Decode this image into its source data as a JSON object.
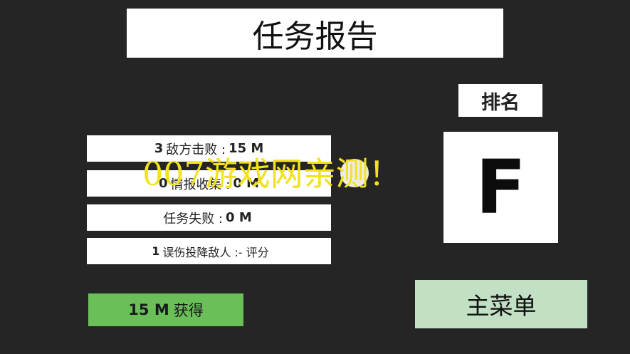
{
  "title": "任务报告",
  "rank": {
    "label": "排名",
    "grade": "F"
  },
  "stats": [
    {
      "num": "3",
      "label": "敌方击败 :",
      "value": "15 M"
    },
    {
      "num": "0",
      "label": "情报收集 :",
      "value": "0 M"
    },
    {
      "num": "",
      "label": "任务失败 :",
      "value": "0 M"
    },
    {
      "num": "1",
      "label": "误伤投降敌人 :",
      "value": "- 评分"
    }
  ],
  "earned": {
    "amount": "15 M",
    "label": "获得"
  },
  "main_menu_label": "主菜单",
  "watermark": "007游戏网亲测！",
  "colors": {
    "background": "#252525",
    "earned_bg": "#6bbf59",
    "menu_bg": "#c2e0c4",
    "watermark": "#f2e21b"
  }
}
